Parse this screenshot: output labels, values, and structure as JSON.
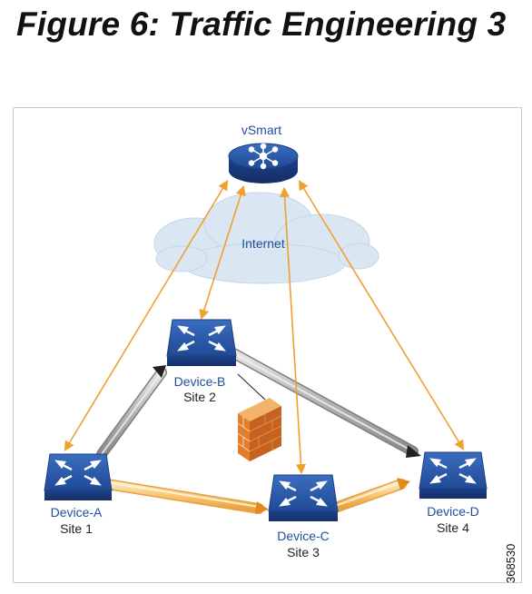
{
  "figure_title": "Figure 6: Traffic Engineering 3",
  "figure_id": "368530",
  "nodes": {
    "vsmart": {
      "label": "vSmart",
      "icon": "vsmart-router-icon"
    },
    "internet": {
      "label": "Internet",
      "icon": "cloud-icon"
    },
    "device_a": {
      "label": "Device-A",
      "site": "Site 1",
      "icon": "router-icon"
    },
    "device_b": {
      "label": "Device-B",
      "site": "Site 2",
      "icon": "router-icon"
    },
    "device_c": {
      "label": "Device-C",
      "site": "Site 3",
      "icon": "router-icon"
    },
    "device_d": {
      "label": "Device-D",
      "site": "Site 4",
      "icon": "router-icon"
    },
    "firewall": {
      "icon": "firewall-icon"
    }
  },
  "colors": {
    "device_label": "#1f4e9c",
    "control_arrow": "#f0a030",
    "gray_tunnel": "#9a9a9a",
    "orange_tunnel": "#f5c070",
    "router_blue": "#2a56a8",
    "cloud": "#d9e6f2"
  }
}
